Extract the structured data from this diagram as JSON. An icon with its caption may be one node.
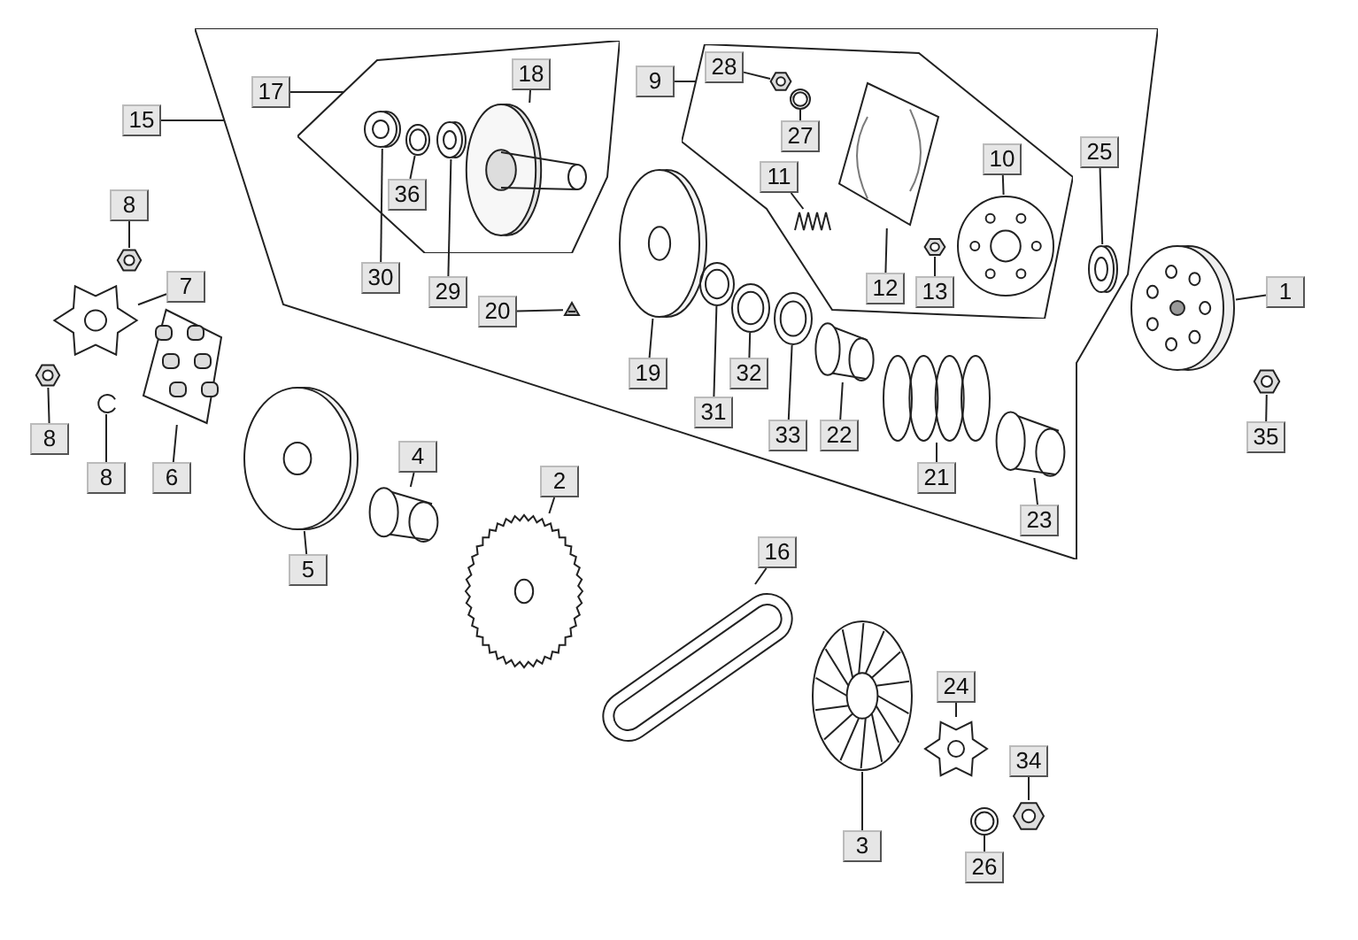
{
  "diagram": {
    "nodes": [
      {
        "text": [],
        "shape": "box"
      },
      {
        "text": [],
        "shape": "box",
        "in": 0
      },
      {
        "text": [],
        "shape": "box",
        "in": 0
      },
      {
        "text": [
          "15"
        ]
      },
      {
        "text": [
          "17"
        ],
        "in": 0
      },
      {
        "text": [
          "18"
        ],
        "in": 1
      },
      {
        "text": [],
        "shape": "picture",
        "in": 1
      },
      {
        "text": [
          "9"
        ],
        "in": 0
      },
      {
        "text": [
          "28"
        ],
        "in": 2
      },
      {
        "text": [],
        "shape": "picture",
        "in": 2
      },
      {
        "text": [
          "27"
        ],
        "in": 2
      },
      {
        "text": [],
        "shape": "picture",
        "in": 2
      },
      {
        "text": [
          "11"
        ],
        "in": 2
      },
      {
        "text": [],
        "shape": "picture",
        "in": 2
      },
      {
        "text": [
          "12"
        ],
        "in": 2
      },
      {
        "text": [],
        "shape": "picture",
        "in": 2
      },
      {
        "text": [
          "13"
        ],
        "in": 2
      },
      {
        "text": [],
        "shape": "picture",
        "in": 2
      },
      {
        "text": [
          "10"
        ],
        "in": 2
      },
      {
        "text": [],
        "shape": "picture",
        "in": 2
      },
      {
        "text": [
          "25"
        ],
        "in": 0
      },
      {
        "text": [],
        "shape": "picture",
        "in": 0
      },
      {
        "text": [
          "1"
        ]
      },
      {
        "text": [],
        "shape": "picture"
      },
      {
        "text": [
          "35"
        ]
      },
      {
        "text": [],
        "shape": "picture"
      },
      {
        "text": [
          "30"
        ],
        "in": 0
      },
      {
        "text": [],
        "shape": "picture",
        "in": 1
      },
      {
        "text": [
          "36"
        ],
        "in": 1
      },
      {
        "text": [],
        "shape": "picture",
        "in": 1
      },
      {
        "text": [
          "29"
        ],
        "in": 0
      },
      {
        "text": [],
        "shape": "picture",
        "in": 1
      },
      {
        "text": [
          "20"
        ],
        "in": 0
      },
      {
        "text": [],
        "shape": "picture",
        "in": 0
      },
      {
        "text": [
          "19"
        ],
        "in": 0
      },
      {
        "text": [],
        "shape": "picture",
        "in": 0
      },
      {
        "text": [
          "31"
        ],
        "in": 0
      },
      {
        "text": [],
        "shape": "picture",
        "in": 0
      },
      {
        "text": [
          "32"
        ],
        "in": 0
      },
      {
        "text": [],
        "shape": "picture",
        "in": 0
      },
      {
        "text": [
          "33"
        ],
        "in": 0
      },
      {
        "text": [],
        "shape": "picture",
        "in": 0
      },
      {
        "text": [
          "22"
        ],
        "in": 0
      },
      {
        "text": [],
        "shape": "picture",
        "in": 0
      },
      {
        "text": [
          "21"
        ],
        "in": 0
      },
      {
        "text": [],
        "shape": "picture",
        "in": 0
      },
      {
        "text": [
          "23"
        ],
        "in": 0
      },
      {
        "text": [],
        "shape": "picture",
        "in": 0
      },
      {
        "text": [
          "8"
        ]
      },
      {
        "text": [],
        "shape": "picture"
      },
      {
        "text": [
          "7"
        ]
      },
      {
        "text": [],
        "shape": "picture"
      },
      {
        "text": [
          "8"
        ]
      },
      {
        "text": [],
        "shape": "picture"
      },
      {
        "text": [
          "8"
        ]
      },
      {
        "text": [],
        "shape": "picture"
      },
      {
        "text": [
          "6"
        ]
      },
      {
        "text": [],
        "shape": "picture"
      },
      {
        "text": [
          "5"
        ]
      },
      {
        "text": [],
        "shape": "picture"
      },
      {
        "text": [
          "4"
        ]
      },
      {
        "text": [],
        "shape": "picture"
      },
      {
        "text": [
          "2"
        ]
      },
      {
        "text": [],
        "shape": "picture"
      },
      {
        "text": [
          "16"
        ]
      },
      {
        "text": [],
        "shape": "picture"
      },
      {
        "text": [
          "24"
        ]
      },
      {
        "text": [],
        "shape": "picture"
      },
      {
        "text": [
          "3"
        ]
      },
      {
        "text": [],
        "shape": "picture"
      },
      {
        "text": [
          "34"
        ]
      },
      {
        "text": [],
        "shape": "picture"
      },
      {
        "text": [
          "26"
        ]
      },
      {
        "text": [],
        "shape": "picture"
      }
    ],
    "edges": [
      {
        "from": 3,
        "to": 0,
        "arrow": "none"
      },
      {
        "from": 4,
        "to": 1,
        "arrow": "none"
      },
      {
        "from": 5,
        "to": 6,
        "arrow": "none"
      },
      {
        "from": 7,
        "to": 2,
        "arrow": "none"
      },
      {
        "from": 8,
        "to": 9,
        "arrow": "none"
      },
      {
        "from": 10,
        "to": 11,
        "arrow": "none"
      },
      {
        "from": 12,
        "to": 13,
        "arrow": "none"
      },
      {
        "from": 14,
        "to": 15,
        "arrow": "none"
      },
      {
        "from": 16,
        "to": 17,
        "arrow": "none"
      },
      {
        "from": 18,
        "to": 19,
        "arrow": "none"
      },
      {
        "from": 20,
        "to": 21,
        "arrow": "none"
      },
      {
        "from": 22,
        "to": 23,
        "arrow": "none"
      },
      {
        "from": 24,
        "to": 25,
        "arrow": "none"
      },
      {
        "from": 26,
        "to": 27,
        "arrow": "none"
      },
      {
        "from": 28,
        "to": 29,
        "arrow": "none"
      },
      {
        "from": 30,
        "to": 31,
        "arrow": "none"
      },
      {
        "from": 32,
        "to": 33,
        "arrow": "none"
      },
      {
        "from": 34,
        "to": 35,
        "arrow": "none"
      },
      {
        "from": 36,
        "to": 37,
        "arrow": "none"
      },
      {
        "from": 38,
        "to": 39,
        "arrow": "none"
      },
      {
        "from": 40,
        "to": 41,
        "arrow": "none"
      },
      {
        "from": 42,
        "to": 43,
        "arrow": "none"
      },
      {
        "from": 44,
        "to": 45,
        "arrow": "none"
      },
      {
        "from": 46,
        "to": 47,
        "arrow": "none"
      },
      {
        "from": 48,
        "to": 49,
        "arrow": "none"
      },
      {
        "from": 50,
        "to": 51,
        "arrow": "none"
      },
      {
        "from": 52,
        "to": 53,
        "arrow": "none"
      },
      {
        "from": 54,
        "to": 55,
        "arrow": "none"
      },
      {
        "from": 56,
        "to": 57,
        "arrow": "none"
      },
      {
        "from": 58,
        "to": 59,
        "arrow": "none"
      },
      {
        "from": 60,
        "to": 61,
        "arrow": "none"
      },
      {
        "from": 62,
        "to": 63,
        "arrow": "none"
      },
      {
        "from": 64,
        "to": 65,
        "arrow": "none"
      },
      {
        "from": 66,
        "to": 67,
        "arrow": "none"
      },
      {
        "from": 68,
        "to": 69,
        "arrow": "none"
      },
      {
        "from": 70,
        "to": 71,
        "arrow": "none"
      },
      {
        "from": 72,
        "to": 73,
        "arrow": "none"
      }
    ]
  }
}
